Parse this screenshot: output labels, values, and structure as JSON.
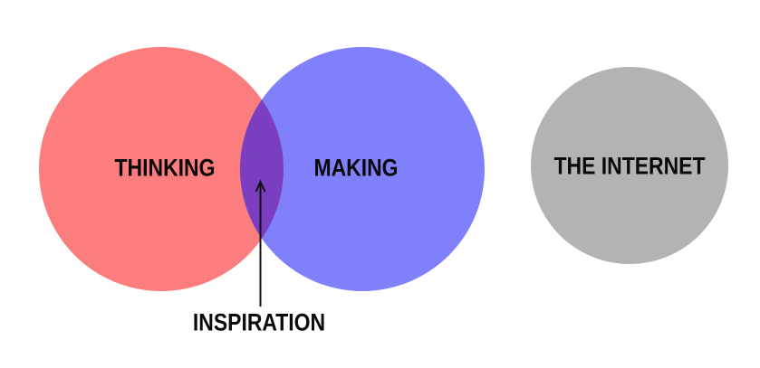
{
  "venn": {
    "sets": [
      {
        "label": "THINKING",
        "color": "#fb7d7d"
      },
      {
        "label": "MAKING",
        "color": "#8080fb"
      }
    ],
    "intersection": {
      "label": "INSPIRATION",
      "color": "#7b3ec1"
    },
    "separate_set": {
      "label": "THE INTERNET",
      "color": "#b3b3b3"
    }
  },
  "colors": {
    "background": "#ffffff",
    "text": "#0a0a0a",
    "arrow": "#111111"
  }
}
